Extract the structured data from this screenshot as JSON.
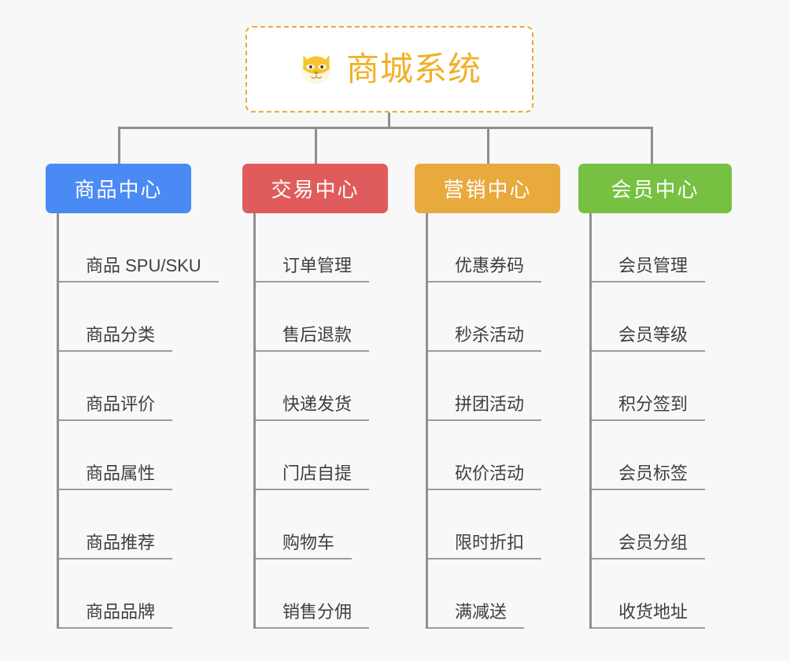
{
  "background_color": "#f8f8f8",
  "root": {
    "title": "商城系统",
    "icon": "shiba-dog-icon",
    "text_color": "#f0b028",
    "border_color": "#e9a83c",
    "fill_color": "#ffffff"
  },
  "connector_color": "#8f8f8f",
  "branches": [
    {
      "label": "商品中心",
      "color": "#4a8af4",
      "items": [
        "商品 SPU/SKU",
        "商品分类",
        "商品评价",
        "商品属性",
        "商品推荐",
        "商品品牌"
      ]
    },
    {
      "label": "交易中心",
      "color": "#e05c5c",
      "items": [
        "订单管理",
        "售后退款",
        "快递发货",
        "门店自提",
        "购物车",
        "销售分佣"
      ]
    },
    {
      "label": "营销中心",
      "color": "#e8a93d",
      "items": [
        "优惠券码",
        "秒杀活动",
        "拼团活动",
        "砍价活动",
        "限时折扣",
        "满减送"
      ]
    },
    {
      "label": "会员中心",
      "color": "#77c142",
      "items": [
        "会员管理",
        "会员等级",
        "积分签到",
        "会员标签",
        "会员分组",
        "收货地址"
      ]
    }
  ]
}
